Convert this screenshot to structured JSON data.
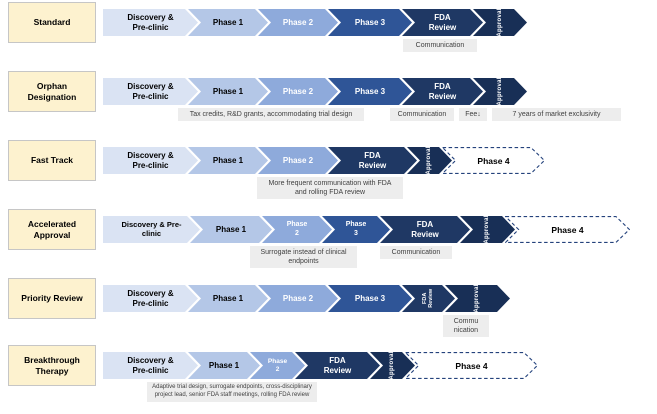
{
  "palette": {
    "discovery": "#dae3f3",
    "phase1": "#b4c7e7",
    "phase2": "#8eaadb",
    "phase3": "#2f5597",
    "fda_review": "#1f3864",
    "approval": "#182f56",
    "row_label_bg": "#fdf2cf",
    "note_bg": "#ededed",
    "dashed_outline": "#24427c"
  },
  "rows": [
    {
      "label": "Standard",
      "stages": [
        "Discovery &\nPre-clinic",
        "Phase 1",
        "Phase 2",
        "Phase 3",
        "FDA\nReview",
        "Approval"
      ],
      "notes": [
        "Communication"
      ]
    },
    {
      "label": "Orphan\nDesignation",
      "stages": [
        "Discovery &\nPre-clinic",
        "Phase 1",
        "Phase 2",
        "Phase 3",
        "FDA\nReview",
        "Approval"
      ],
      "notes": [
        "Tax credits, R&D grants, accommodating trial design",
        "Communication",
        "Fee↓",
        "7 years of market exclusivity"
      ]
    },
    {
      "label": "Fast Track",
      "stages": [
        "Discovery &\nPre-clinic",
        "Phase 1",
        "Phase 2",
        "FDA\nReview",
        "Approval",
        "Phase 4"
      ],
      "notes": [
        "More frequent communication with FDA\nand rolling FDA review"
      ]
    },
    {
      "label": "Accelerated\nApproval",
      "stages": [
        "Discovery & Pre-\nclinic",
        "Phase 1",
        "Phase\n2",
        "Phase\n3",
        "FDA\nReview",
        "Approval",
        "Phase 4"
      ],
      "notes": [
        "Surrogate instead of clinical\nendpoints",
        "Communication"
      ]
    },
    {
      "label": "Priority Review",
      "stages": [
        "Discovery &\nPre-clinic",
        "Phase 1",
        "Phase 2",
        "Phase 3",
        "FDA\nReview",
        "Approval"
      ],
      "notes": [
        "Commu\nnication"
      ]
    },
    {
      "label": "Breakthrough\nTherapy",
      "stages": [
        "Discovery &\nPre-clinic",
        "Phase 1",
        "Phase\n2",
        "FDA\nReview",
        "Approval",
        "Phase 4"
      ],
      "notes": [
        "Adaptive trial design, surrogate endpoints, cross-disciplinary\nproject lead, senior FDA staff meetings, rolling FDA review"
      ]
    }
  ]
}
